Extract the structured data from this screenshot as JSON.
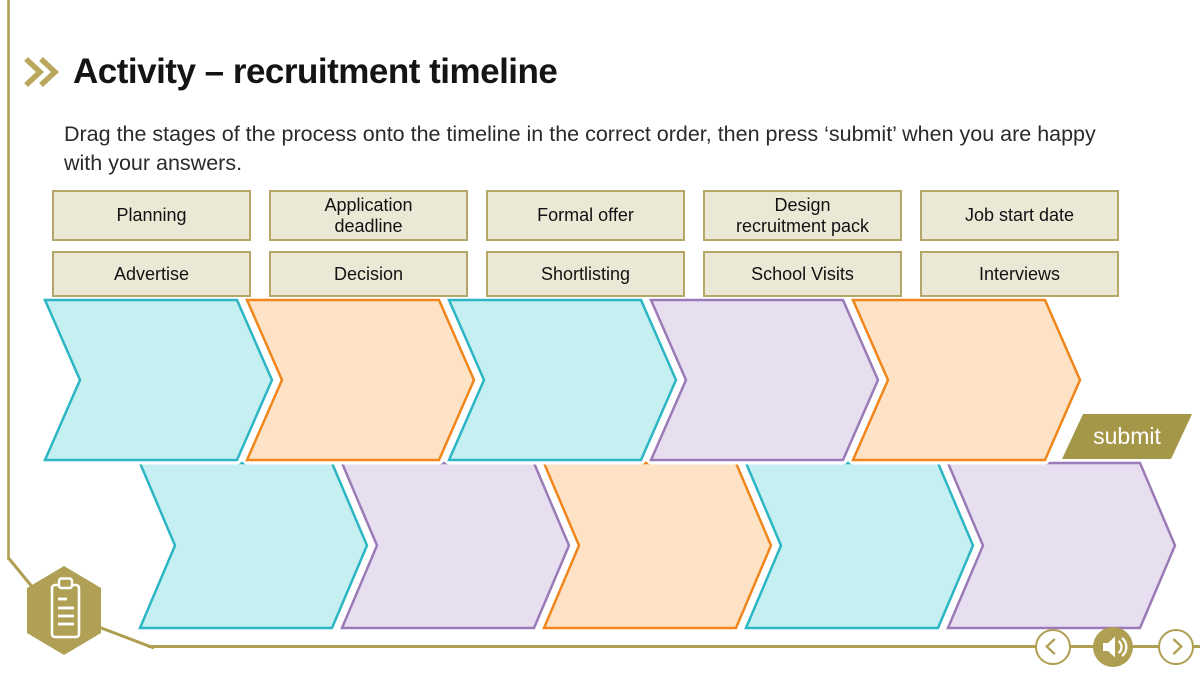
{
  "header": {
    "title": "Activity – recruitment timeline",
    "bullet_icon": "double-chevron-icon"
  },
  "instructions": "Drag the stages of the process onto the timeline in the correct order, then press ‘submit’ when you are happy with your answers.",
  "stage_labels": {
    "row1": [
      "Planning",
      "Application\ndeadline",
      "Formal offer",
      "Design\nrecruitment pack",
      "Job start date"
    ],
    "row2": [
      "Advertise",
      "Decision",
      "Shortlisting",
      "School Visits",
      "Interviews"
    ]
  },
  "timeline": {
    "row1": [
      "cyan",
      "orange",
      "cyan",
      "purple",
      "orange"
    ],
    "row2": [
      "cyan",
      "purple",
      "orange",
      "cyan",
      "purple"
    ]
  },
  "submit": {
    "label": "submit"
  },
  "nav": {
    "back_icon": "chevron-left-icon",
    "audio_icon": "speaker-icon",
    "next_icon": "chevron-right-icon",
    "corner_icon": "clipboard-hexagon-icon"
  },
  "colors": {
    "accent_gold": "#af9f52",
    "submit_gold": "#a49747",
    "bullet_gold": "#b9a75e",
    "label_bg": "#ece8d6",
    "label_border": "#b4a769",
    "cyan_fill": "#c6eff2",
    "cyan_stroke": "#2cb6c3",
    "orange_fill": "#fde2c5",
    "orange_stroke": "#f0861c",
    "purple_fill": "#e7dff0",
    "purple_stroke": "#9b7ab8"
  }
}
